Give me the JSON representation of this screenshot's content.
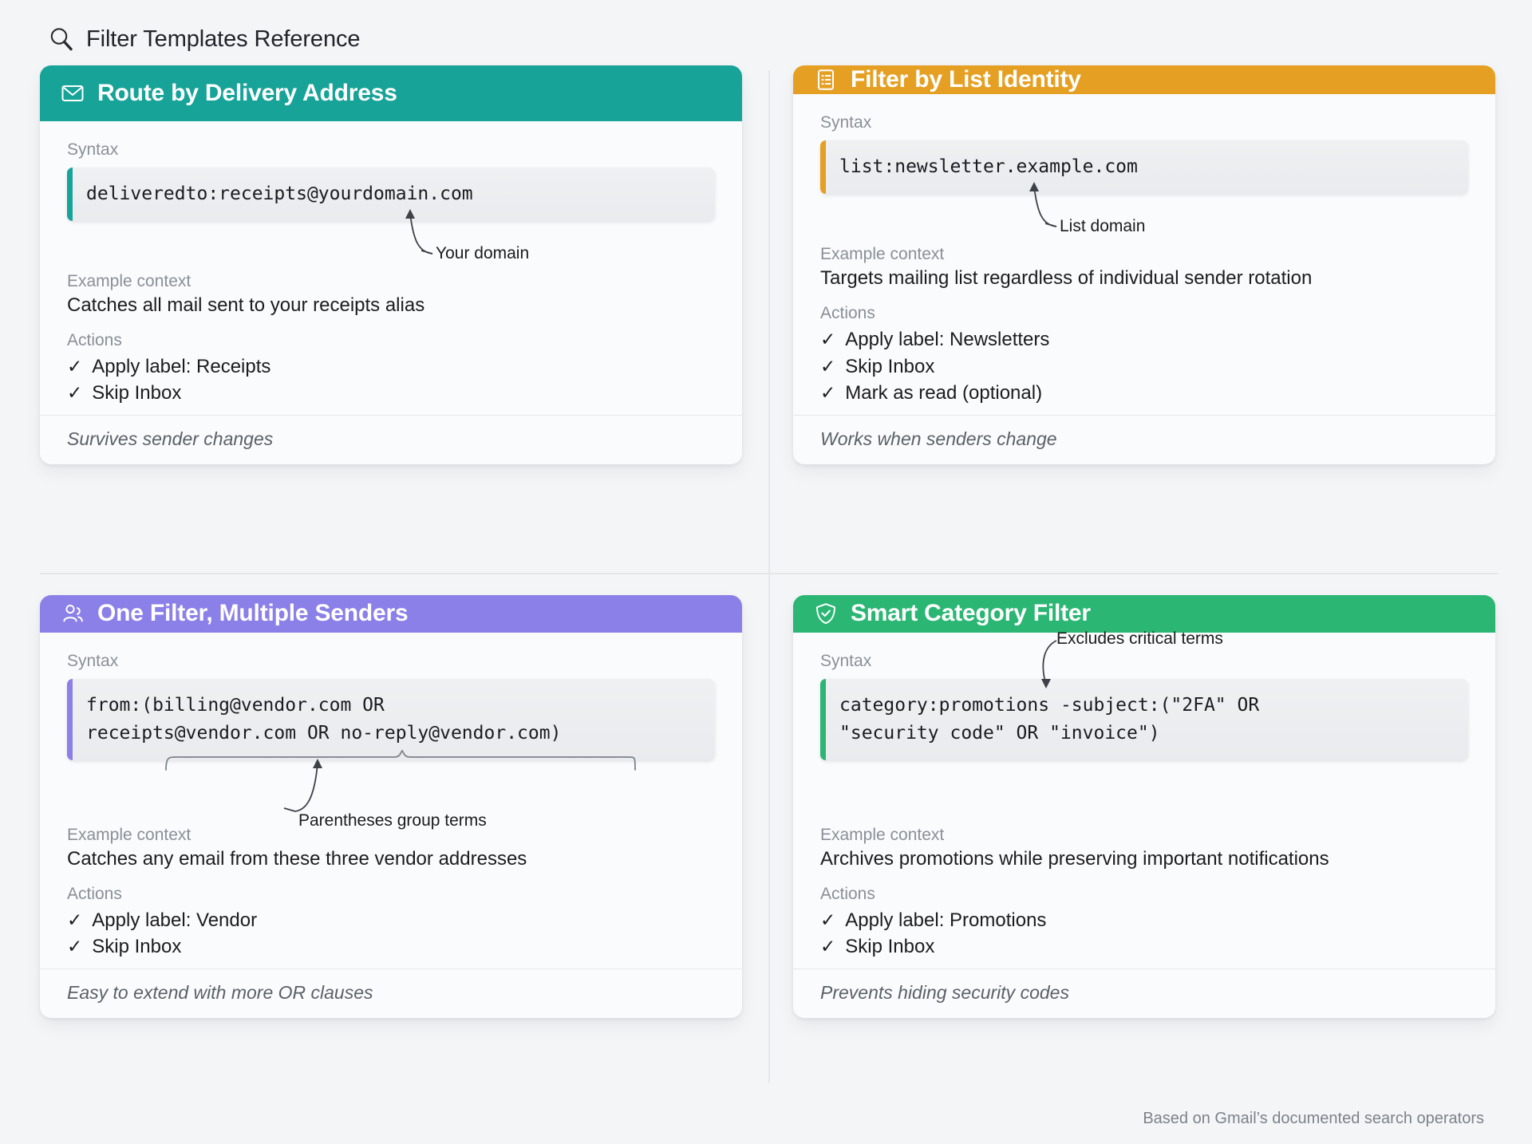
{
  "header": {
    "icon": "search-icon",
    "title": "Filter Templates Reference"
  },
  "labels": {
    "syntax": "Syntax",
    "example_context": "Example context",
    "actions": "Actions",
    "check": "✓"
  },
  "colors": {
    "teal": "#17a398",
    "orange": "#e5a023",
    "purple": "#8b7fe8",
    "green": "#2bb673",
    "page_bg": "#f4f5f7",
    "card_bg": "#fafbfc",
    "muted_text": "#8a8f98"
  },
  "cards": [
    {
      "id": "route-by-delivery-address",
      "icon": "envelope-icon",
      "title": "Route by Delivery Address",
      "accent": "#17a398",
      "syntax": "deliveredto:receipts@yourdomain.com",
      "annotation": "Your domain",
      "example_context": "Catches all mail sent to your receipts alias",
      "actions": [
        "Apply label: Receipts",
        "Skip Inbox"
      ],
      "footer": "Survives sender changes"
    },
    {
      "id": "filter-by-list-identity",
      "icon": "list-document-icon",
      "title": "Filter by List Identity",
      "accent": "#e5a023",
      "syntax": "list:newsletter.example.com",
      "annotation": "List domain",
      "example_context": "Targets mailing list regardless of individual sender rotation",
      "actions": [
        "Apply label: Newsletters",
        "Skip Inbox",
        "Mark as read (optional)"
      ],
      "footer": "Works when senders change"
    },
    {
      "id": "one-filter-multiple-senders",
      "icon": "people-icon",
      "title": "One Filter, Multiple Senders",
      "accent": "#8b7fe8",
      "syntax": "from:(billing@vendor.com OR\nreceipts@vendor.com OR no-reply@vendor.com)",
      "annotation": "Parentheses group terms",
      "example_context": "Catches any email from these three vendor addresses",
      "actions": [
        "Apply label: Vendor",
        "Skip Inbox"
      ],
      "footer": "Easy to extend with more OR clauses"
    },
    {
      "id": "smart-category-filter",
      "icon": "shield-check-icon",
      "title": "Smart Category Filter",
      "accent": "#2bb673",
      "syntax": "category:promotions -subject:(\"2FA\" OR\n\"security code\" OR \"invoice\")",
      "annotation": "Excludes critical terms",
      "example_context": "Archives promotions while preserving important notifications",
      "actions": [
        "Apply label: Promotions",
        "Skip Inbox"
      ],
      "footer": "Prevents hiding security codes"
    }
  ],
  "footnote": "Based on Gmail’s documented search operators"
}
